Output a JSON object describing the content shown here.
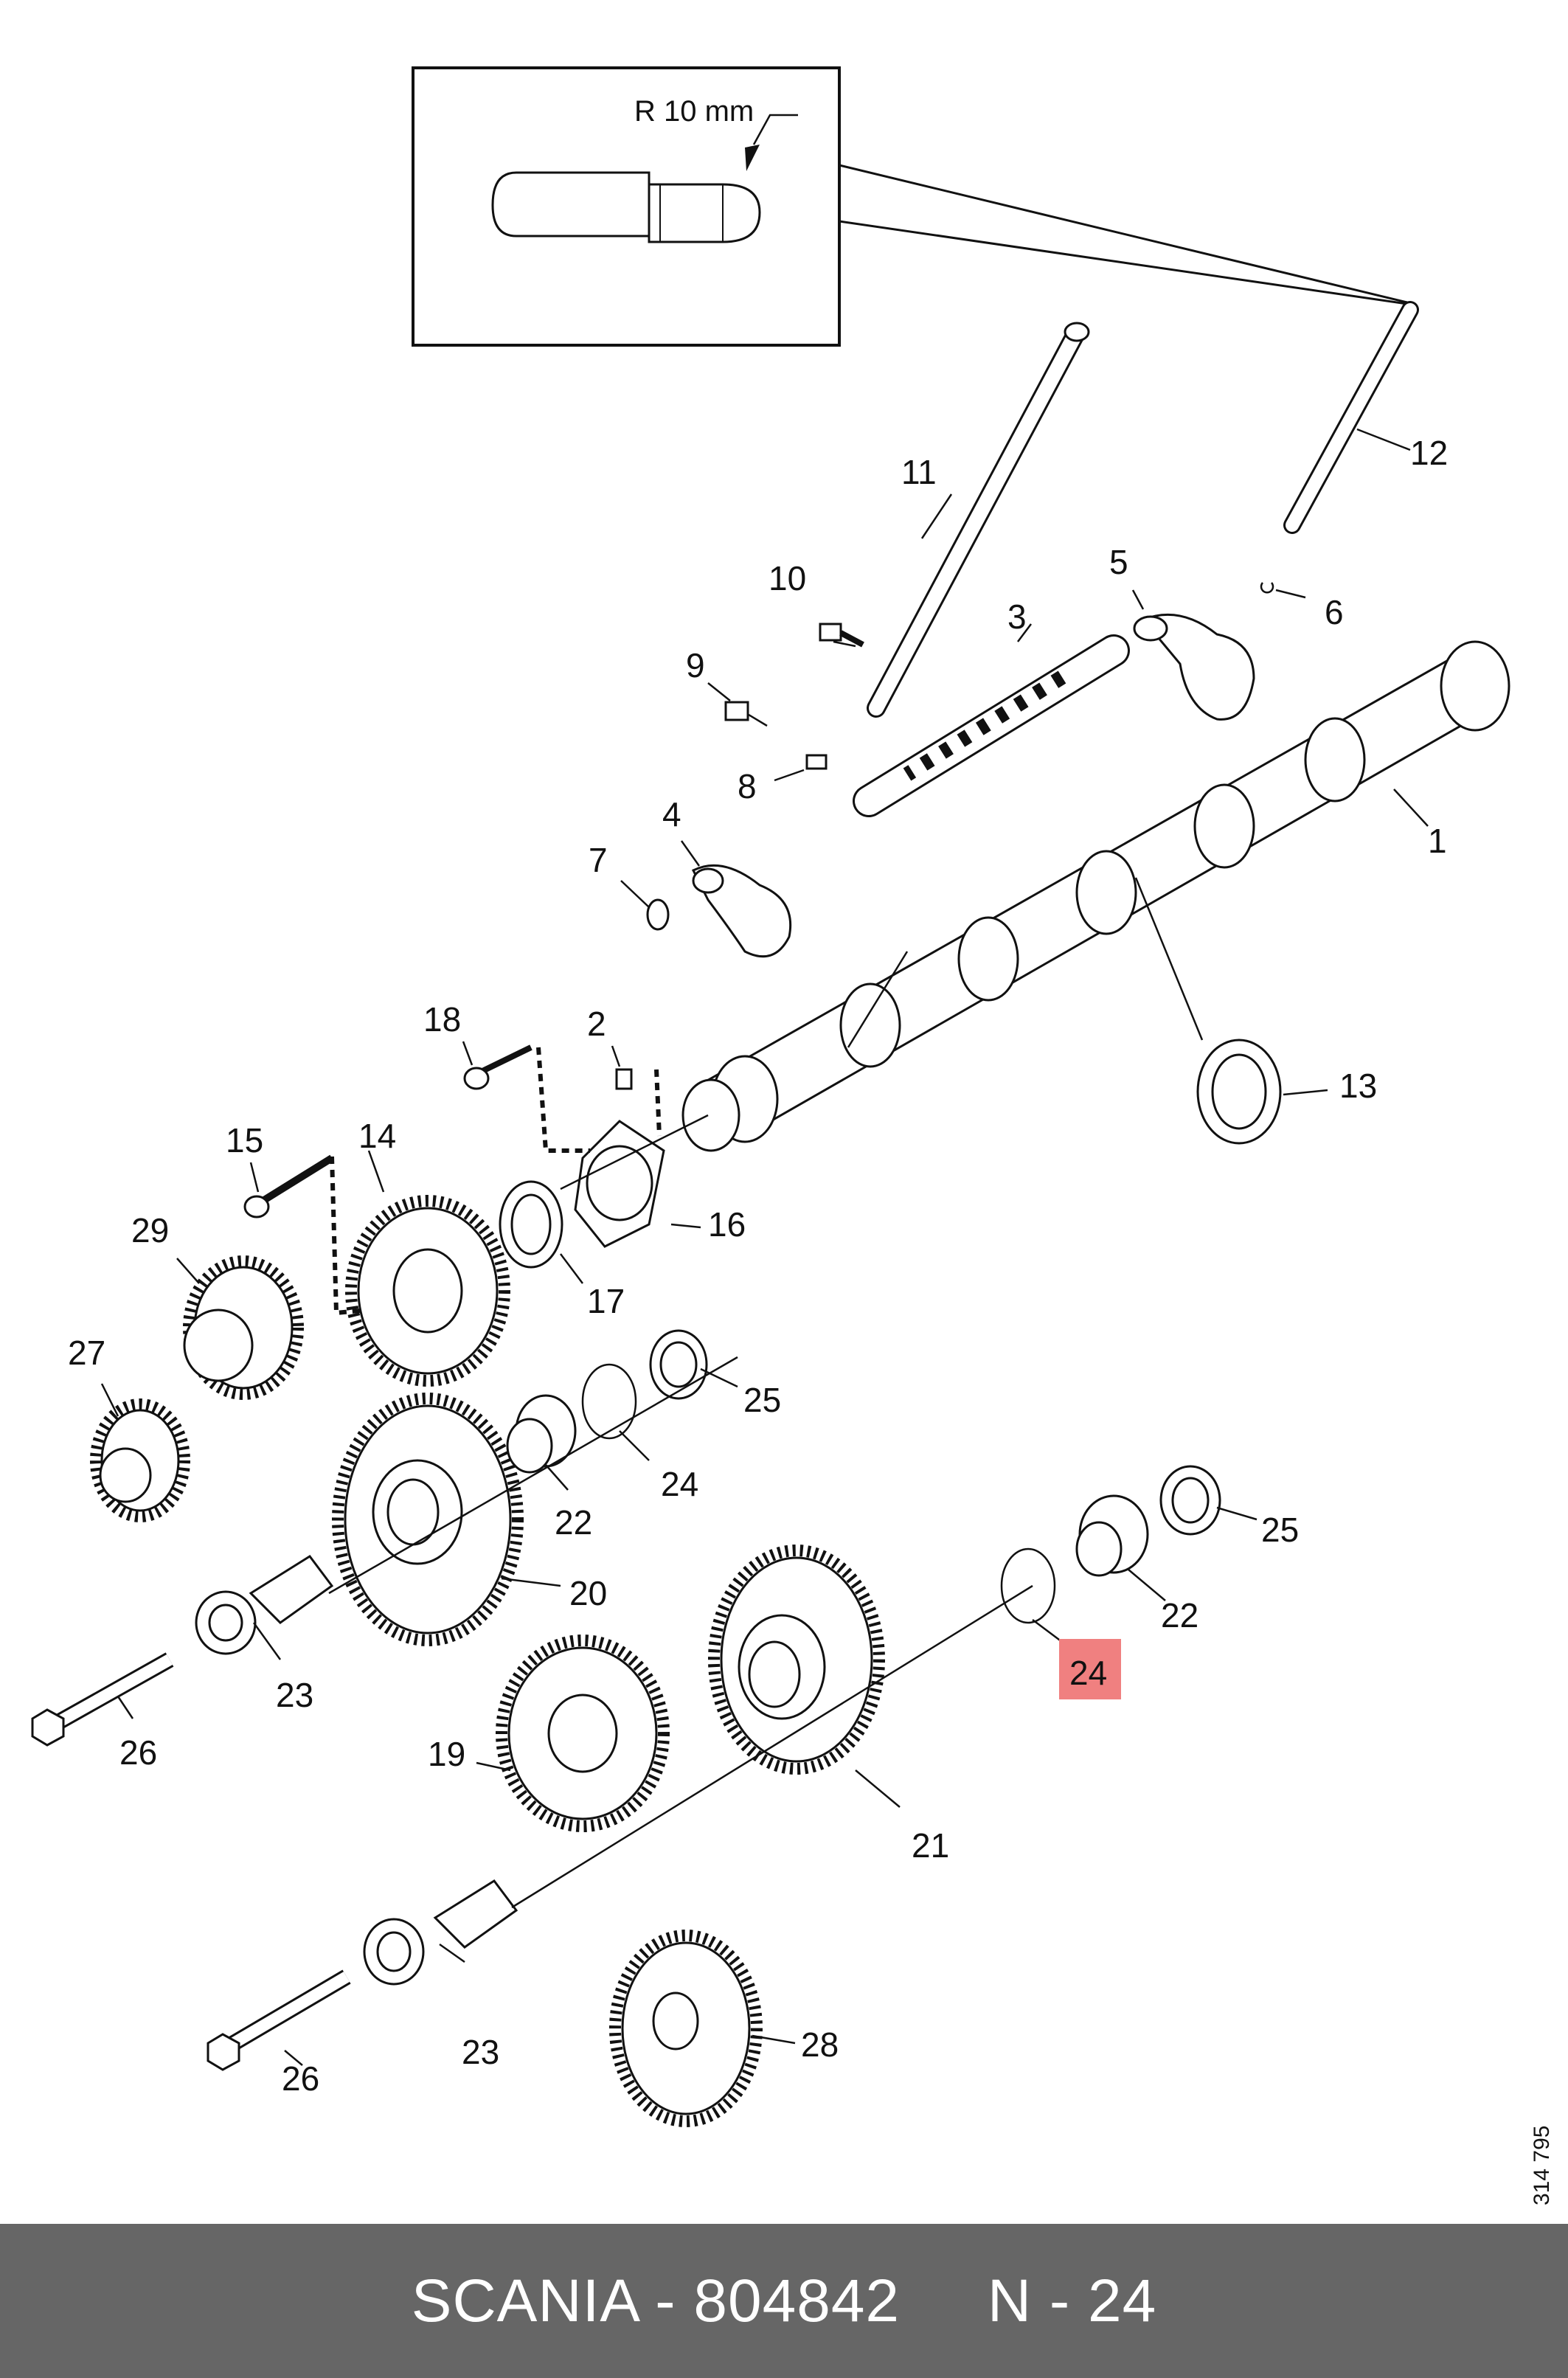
{
  "detail": {
    "radius_label": "R 10 mm"
  },
  "callouts": [
    {
      "id": "p1",
      "text": "1"
    },
    {
      "id": "p2",
      "text": "2"
    },
    {
      "id": "p3",
      "text": "3"
    },
    {
      "id": "p4",
      "text": "4"
    },
    {
      "id": "p5",
      "text": "5"
    },
    {
      "id": "p6",
      "text": "6"
    },
    {
      "id": "p7",
      "text": "7"
    },
    {
      "id": "p8",
      "text": "8"
    },
    {
      "id": "p9",
      "text": "9"
    },
    {
      "id": "p10",
      "text": "10"
    },
    {
      "id": "p11",
      "text": "11"
    },
    {
      "id": "p12",
      "text": "12"
    },
    {
      "id": "p13",
      "text": "13"
    },
    {
      "id": "p14",
      "text": "14"
    },
    {
      "id": "p15",
      "text": "15"
    },
    {
      "id": "p16",
      "text": "16"
    },
    {
      "id": "p17",
      "text": "17"
    },
    {
      "id": "p18",
      "text": "18"
    },
    {
      "id": "p19",
      "text": "19"
    },
    {
      "id": "p20",
      "text": "20"
    },
    {
      "id": "p21",
      "text": "21"
    },
    {
      "id": "p22a",
      "text": "22"
    },
    {
      "id": "p22b",
      "text": "22"
    },
    {
      "id": "p23a",
      "text": "23"
    },
    {
      "id": "p23b",
      "text": "23"
    },
    {
      "id": "p24a",
      "text": "24"
    },
    {
      "id": "p24b",
      "text": "24",
      "highlighted": true
    },
    {
      "id": "p25a",
      "text": "25"
    },
    {
      "id": "p25b",
      "text": "25"
    },
    {
      "id": "p26a",
      "text": "26"
    },
    {
      "id": "p26b",
      "text": "26"
    },
    {
      "id": "p27",
      "text": "27"
    },
    {
      "id": "p28",
      "text": "28"
    },
    {
      "id": "p29",
      "text": "29"
    }
  ],
  "drawing_ref": "314 795",
  "highlight_color": "#f08080",
  "footer": {
    "text": "SCANIA - 804842     N - 24",
    "background": "#666666"
  }
}
